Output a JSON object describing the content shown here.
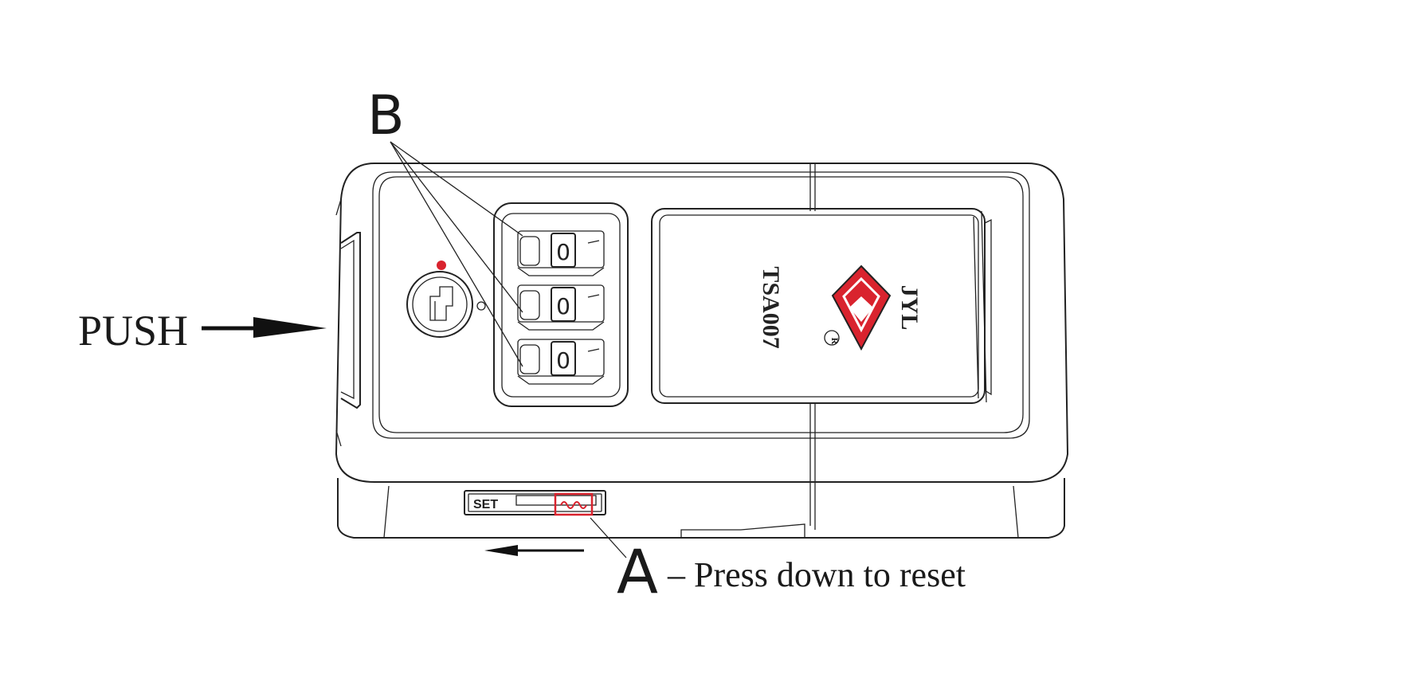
{
  "labels": {
    "b": "B",
    "push": "PUSH",
    "a": "A",
    "a_desc": "– Press down to reset",
    "set": "SET"
  },
  "lock_faceplate": {
    "brand": "JYL",
    "model": "TSA007",
    "registered": "R"
  },
  "dials": [
    "0",
    "0",
    "0"
  ],
  "colors": {
    "outline": "#222222",
    "accent_red": "#d9232e",
    "background": "#ffffff"
  }
}
